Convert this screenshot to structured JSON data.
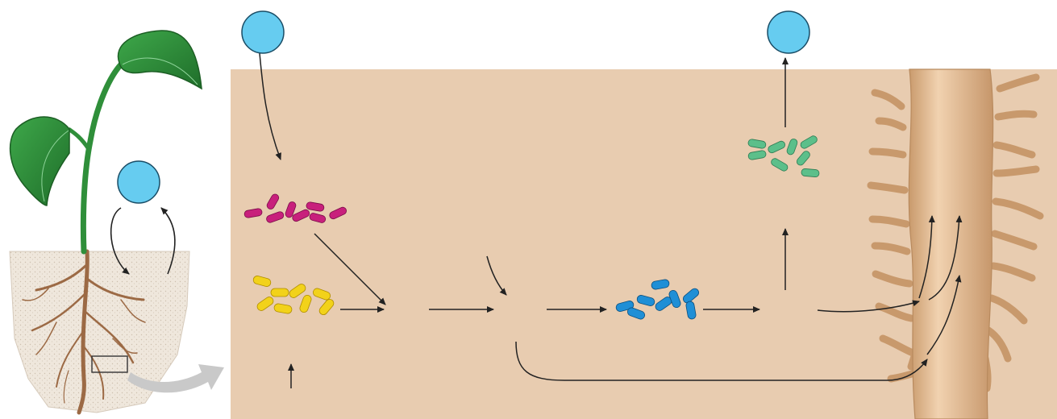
{
  "diagram": {
    "kind": "nitrogen-cycle-figure",
    "labels_printed": [],
    "colors": {
      "soil_panel": "#e8ccb0",
      "label_circle": "#66ccf0",
      "label_circle_stroke": "#1a4d66",
      "bacteria_magenta": "#c8207c",
      "bacteria_yellow": "#f2d21a",
      "bacteria_blue": "#1f8fd6",
      "bacteria_green": "#5cbf8a",
      "root": "#deb88e",
      "leaf": "#2f8f3a",
      "arrow": "#222222",
      "pointer_arrow": "#c9c9c9"
    },
    "elements": {
      "plant": "seedling-with-roots-in-soil",
      "zoom_box": "inset-selection-box",
      "zoom_pointer": "curved-pointer-arrow",
      "root_detail": "root-with-root-hairs",
      "bacteria_groups": [
        "magenta-bacteria",
        "yellow-bacteria",
        "blue-bacteria",
        "green-bacteria"
      ],
      "label_circles": [
        "blank-label-circle-top",
        "blank-label-circle-right",
        "blank-label-circle-plant"
      ]
    }
  }
}
